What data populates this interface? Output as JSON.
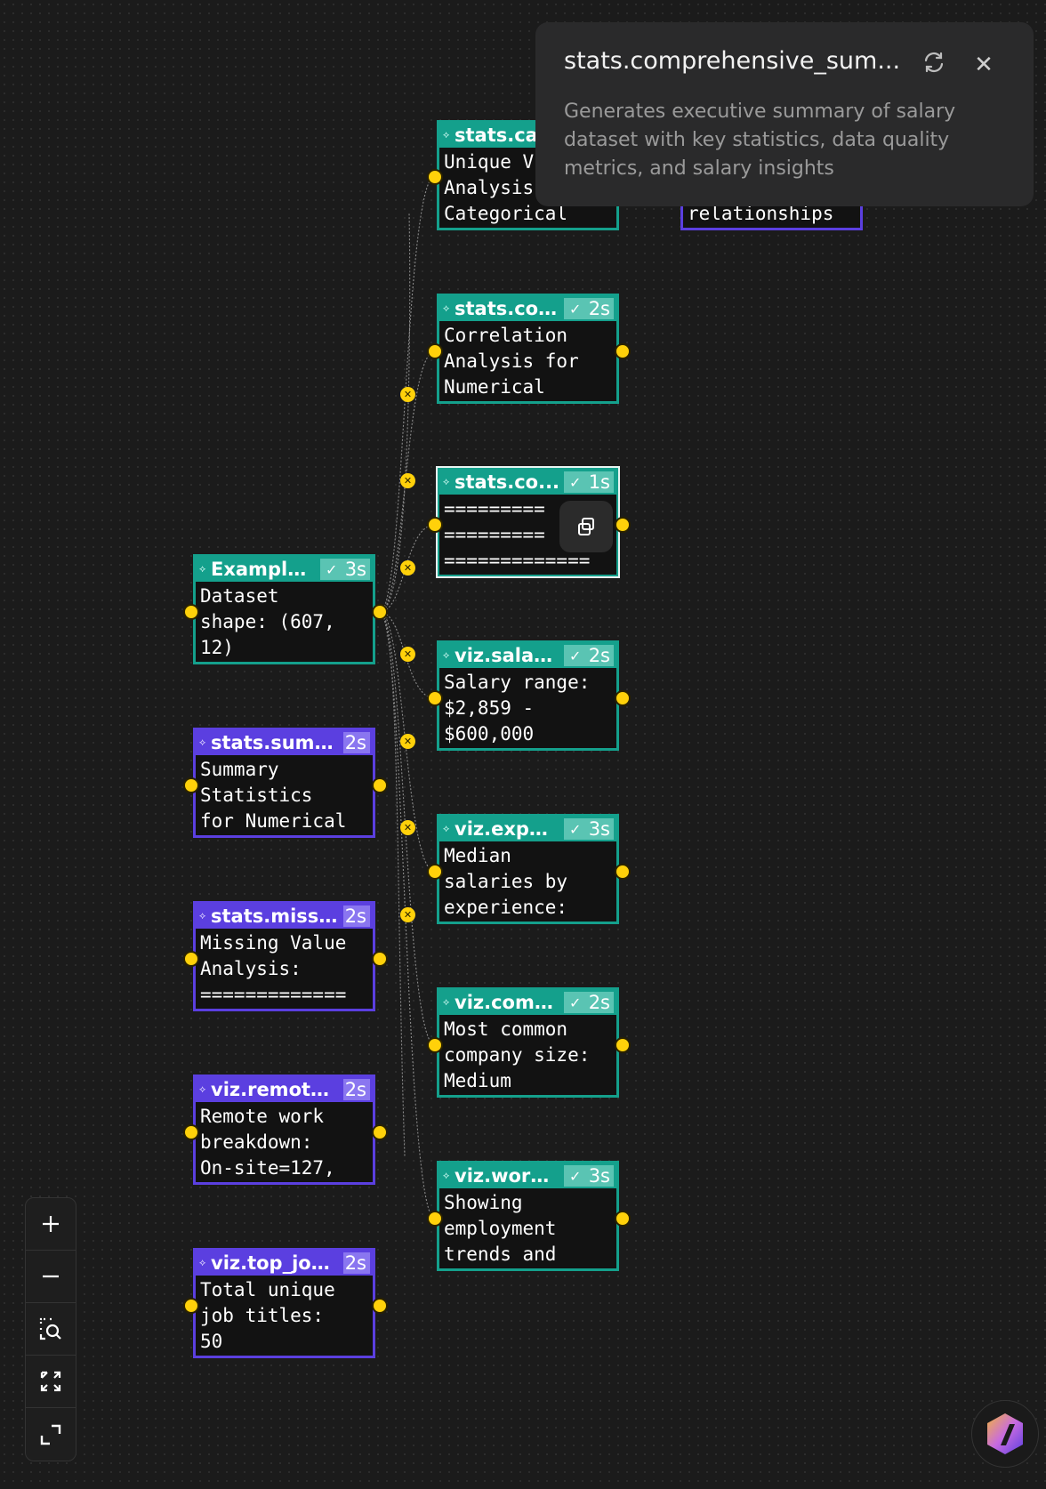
{
  "tooltip": {
    "title": "stats.comprehensive_sum...",
    "description": "Generates executive summary of salary dataset with key statistics, data quality metrics, and salary insights",
    "refresh_icon": "refresh-icon",
    "close_icon": "close-icon"
  },
  "colors": {
    "background": "#1b1b1b",
    "teal_node": "#14a08c",
    "purple_node": "#5b3fe0",
    "port": "#ffd10a"
  },
  "nodes": [
    {
      "title": "stats.cat",
      "status": "",
      "time": "",
      "body": "Unique V\nAnalysis\nCategorical",
      "color": "teal"
    },
    {
      "title": "",
      "status": "",
      "time": "",
      "body": "relationships",
      "color": "purple"
    },
    {
      "title": "stats.cor...",
      "status": "✓",
      "time": "2s",
      "body": "Correlation\nAnalysis for\nNumerical",
      "color": "teal"
    },
    {
      "title": "stats.co...",
      "status": "✓",
      "time": "1s",
      "body": "=========\n=========\n=============",
      "color": "teal"
    },
    {
      "title": "Example ...",
      "status": "✓",
      "time": "3s",
      "body": "Dataset\nshape: (607,\n12)",
      "color": "teal"
    },
    {
      "title": "viz.salary...",
      "status": "✓",
      "time": "2s",
      "body": "Salary range:\n$2,859 -\n$600,000",
      "color": "teal"
    },
    {
      "title": "stats.summ...",
      "status": "",
      "time": "2s",
      "body": "Summary\nStatistics\nfor Numerical",
      "color": "purple"
    },
    {
      "title": "viz.experi...",
      "status": "✓",
      "time": "3s",
      "body": "Median\nsalaries by\nexperience:",
      "color": "teal"
    },
    {
      "title": "stats.missi...",
      "status": "",
      "time": "2s",
      "body": "Missing Value\nAnalysis:\n=============",
      "color": "purple"
    },
    {
      "title": "viz.comp...",
      "status": "✓",
      "time": "2s",
      "body": "Most common\ncompany size:\nMedium",
      "color": "teal"
    },
    {
      "title": "viz.remote_...",
      "status": "",
      "time": "2s",
      "body": "Remote work\nbreakdown:\nOn-site=127,",
      "color": "purple"
    },
    {
      "title": "viz.work_...",
      "status": "✓",
      "time": "3s",
      "body": "Showing\nemployment\ntrends and",
      "color": "teal"
    },
    {
      "title": "viz.top_job...",
      "status": "",
      "time": "2s",
      "body": "Total unique\njob titles:\n50",
      "color": "purple"
    }
  ],
  "controls": [
    {
      "name": "zoom-in-button",
      "icon": "plus-icon"
    },
    {
      "name": "zoom-out-button",
      "icon": "minus-icon"
    },
    {
      "name": "zoom-to-selection-button",
      "icon": "zoom-select-icon"
    },
    {
      "name": "fit-view-button",
      "icon": "fit-view-icon"
    },
    {
      "name": "fullscreen-button",
      "icon": "expand-icon"
    }
  ],
  "copy_button_icon": "copy-icon",
  "logo_icon": "app-logo-icon",
  "edge_marker_icon": "edge-delete-icon"
}
